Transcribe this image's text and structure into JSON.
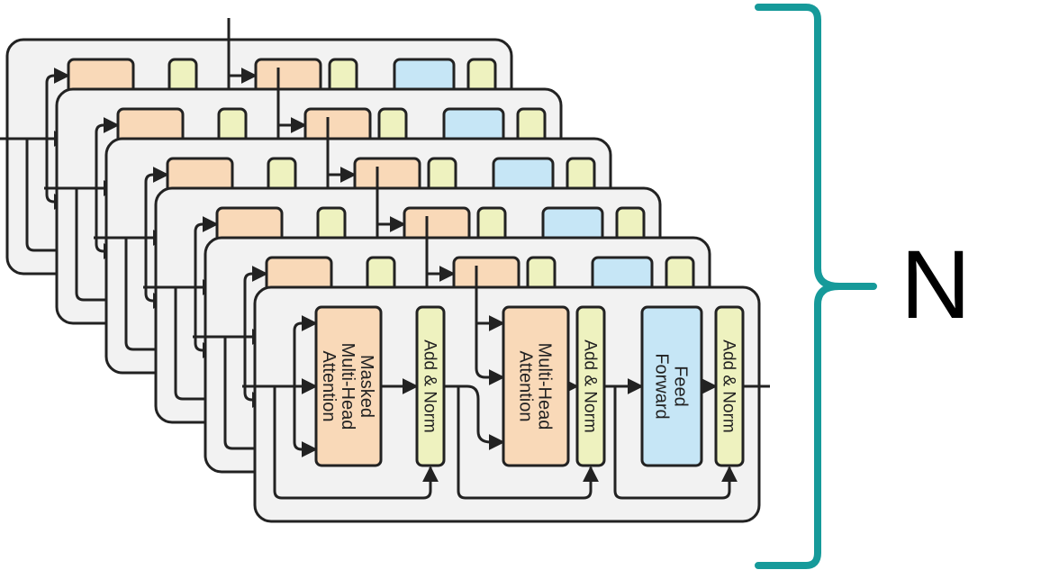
{
  "diagram": {
    "blocks": [
      {
        "name": "masked-multi-head-attention",
        "label_lines": [
          "Masked",
          "Multi-Head",
          "Attention"
        ],
        "kind": "attention"
      },
      {
        "name": "add-norm-1",
        "label_lines": [
          "Add & Norm"
        ],
        "kind": "norm"
      },
      {
        "name": "multi-head-attention",
        "label_lines": [
          "Multi-Head",
          "Attention"
        ],
        "kind": "attention"
      },
      {
        "name": "add-norm-2",
        "label_lines": [
          "Add & Norm"
        ],
        "kind": "norm"
      },
      {
        "name": "feed-forward",
        "label_lines": [
          "Feed",
          "Forward"
        ],
        "kind": "ffn"
      },
      {
        "name": "add-norm-3",
        "label_lines": [
          "Add & Norm"
        ],
        "kind": "norm"
      }
    ],
    "stack_depth": 6,
    "repeat_label": "N",
    "colors": {
      "attention": "#f9d9b8",
      "norm": "#eef2bf",
      "ffn": "#c6e6f6",
      "panel": "#f2f2f2",
      "outline": "#222222",
      "brace": "#169a9a"
    }
  }
}
